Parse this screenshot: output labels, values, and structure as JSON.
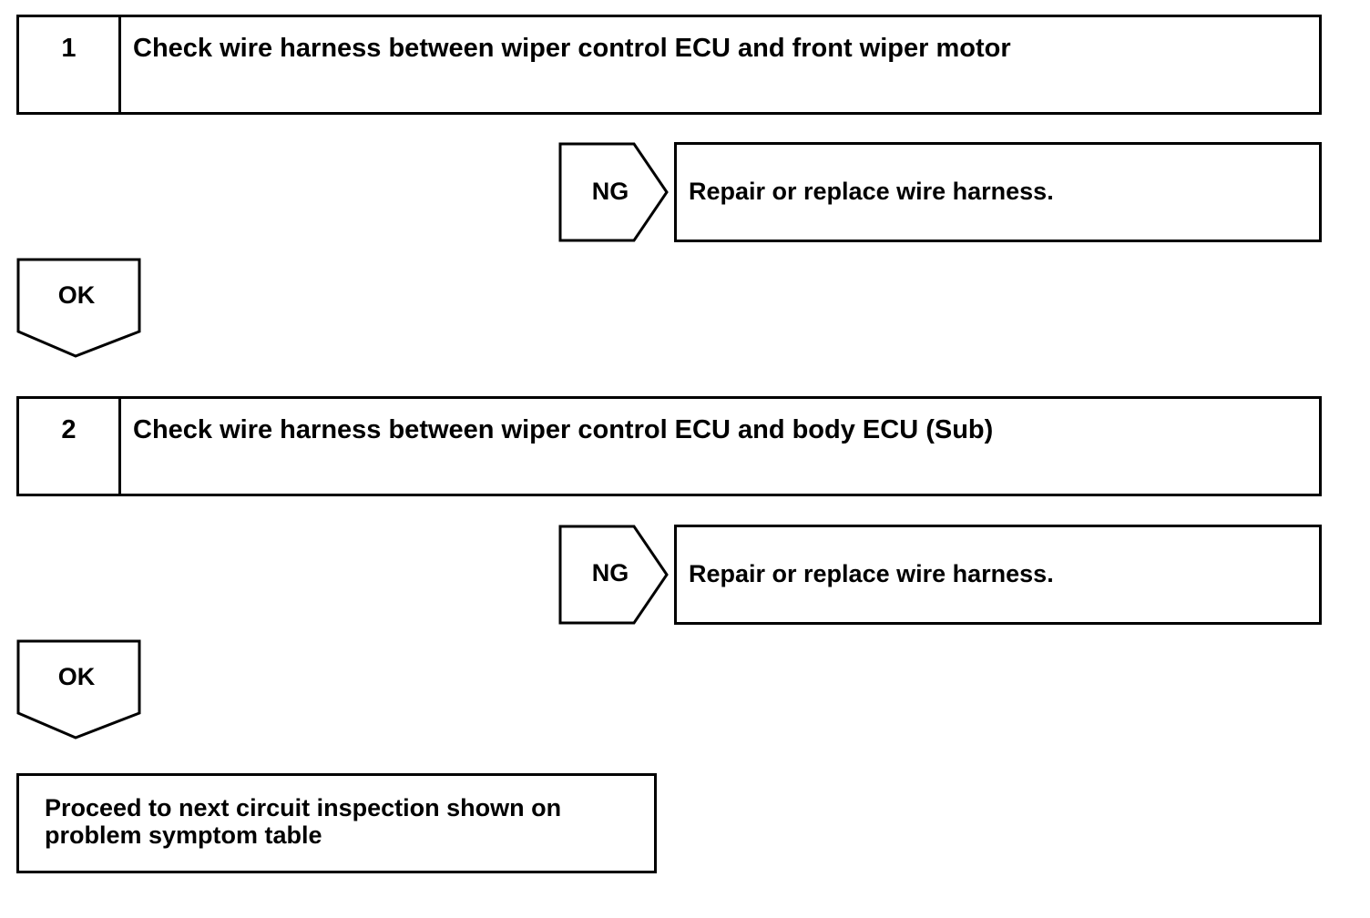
{
  "steps": [
    {
      "number": "1",
      "title": "Check wire harness between wiper control ECU and front wiper motor",
      "ng_label": "NG",
      "ng_action": "Repair or replace wire harness.",
      "ok_label": "OK"
    },
    {
      "number": "2",
      "title": "Check wire harness between wiper control ECU and body ECU (Sub)",
      "ng_label": "NG",
      "ng_action": "Repair or replace wire harness.",
      "ok_label": "OK"
    }
  ],
  "final": {
    "line1": "Proceed to next circuit inspection shown on",
    "line2": "problem symptom table"
  }
}
